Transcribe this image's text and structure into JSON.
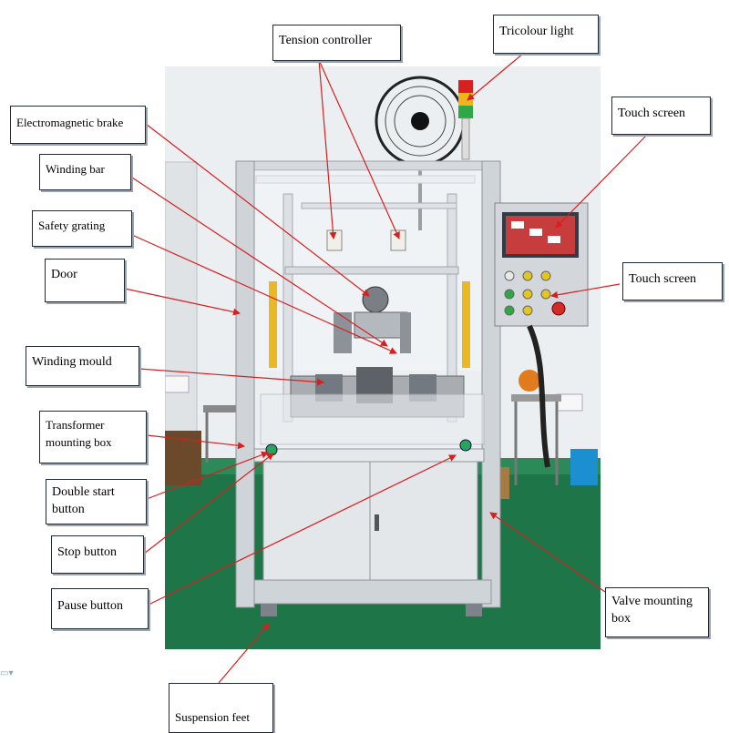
{
  "labels": {
    "tension_controller": "Tension controller",
    "tricolour_light": "Tricolour light",
    "electromagnetic_brake": "Electromagnetic brake",
    "touch_screen_top": "Touch screen",
    "winding_bar": "Winding bar",
    "safety_grating": "Safety grating",
    "door": "Door",
    "touch_screen_panel": "Touch screen",
    "winding_mould": "Winding mould",
    "transformer_mounting_box": "Transformer mounting box",
    "double_start_button": "Double start button",
    "stop_button": "Stop button",
    "pause_button": "Pause button",
    "valve_mounting_box": "Valve mounting box",
    "suspension_feet": "Suspension feet"
  },
  "colors": {
    "arrow": "#d81e1e",
    "frame": "#c9ced4",
    "floor": "#1f7a4a",
    "wall": "#eef1f3"
  }
}
